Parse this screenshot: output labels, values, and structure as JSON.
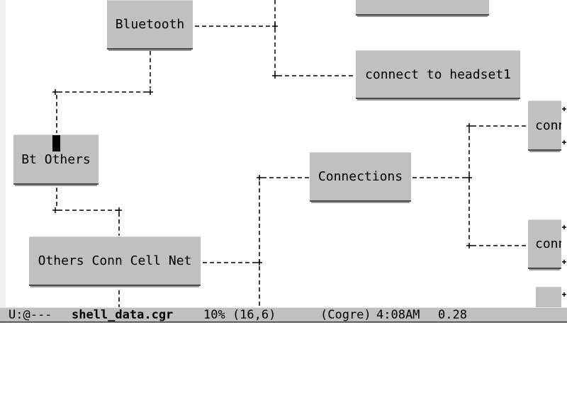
{
  "nodes": {
    "bluetooth": "Bluetooth",
    "connect_headset": "connect to headset1",
    "bt_others": "Bt Others",
    "connections": "Connections",
    "others_conn": "Others Conn Cell Net",
    "conn_top": "conn",
    "conn_bottom": "conn"
  },
  "modeline": {
    "status": "U:@---",
    "filename": "shell_data.cgr",
    "position": "10% (16,6)",
    "mode": "(Cogre)",
    "time": "4:08AM",
    "load": "0.28"
  },
  "colors": {
    "node_fill": "#c0c0c0",
    "background": "#ffffff",
    "text": "#000000"
  }
}
